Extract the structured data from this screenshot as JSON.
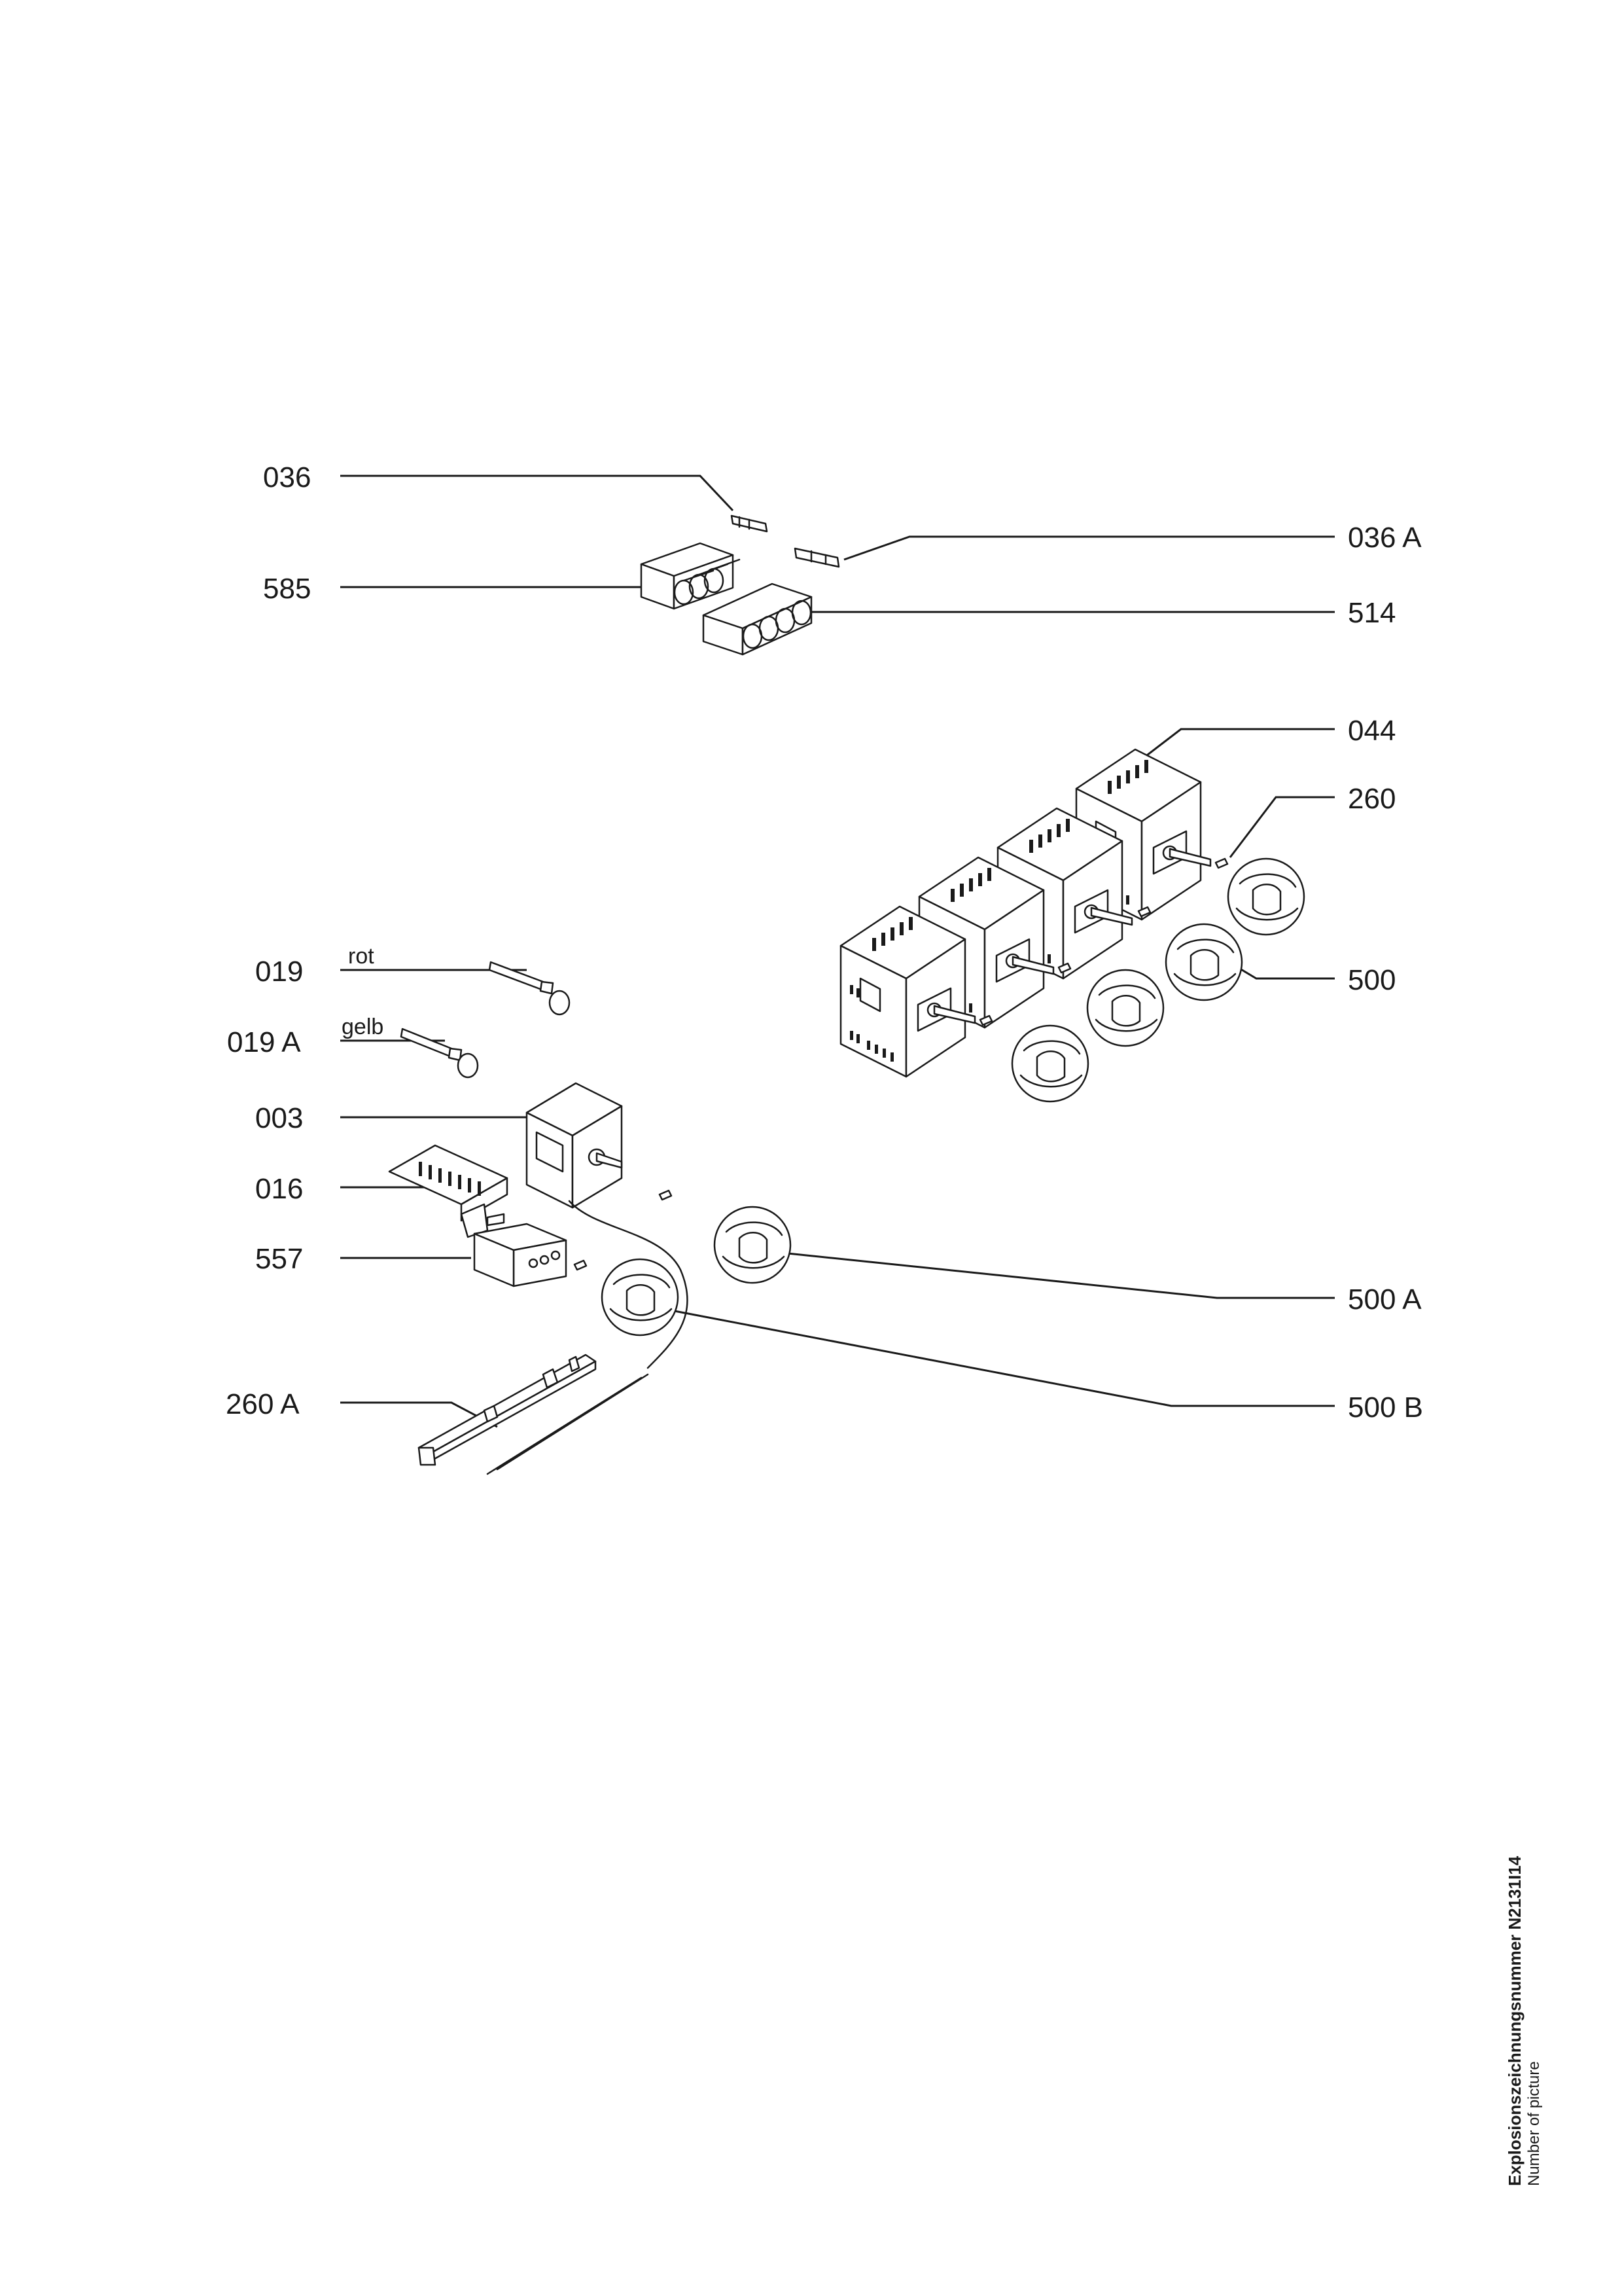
{
  "labels": {
    "p036": "036",
    "p036a": "036 A",
    "p585": "585",
    "p514": "514",
    "p044": "044",
    "p260": "260",
    "p500": "500",
    "p019": "019",
    "p019_color": "rot",
    "p019a": "019 A",
    "p019a_color": "gelb",
    "p003": "003",
    "p016": "016",
    "p557": "557",
    "p500a": "500 A",
    "p260a": "260 A",
    "p500b": "500 B"
  },
  "footer": {
    "title": "Explosionszeichnungsnummer N2131I14",
    "subtitle": "Number of picture"
  }
}
